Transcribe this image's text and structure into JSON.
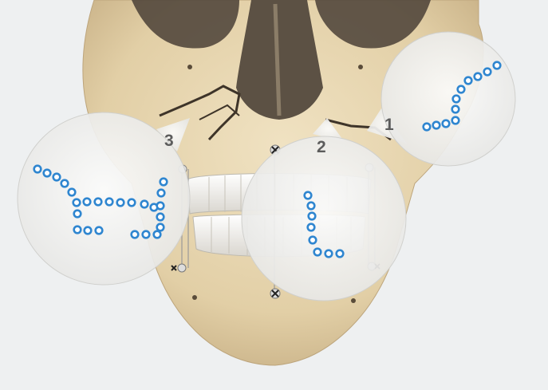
{
  "callouts": [
    {
      "label": "1"
    },
    {
      "label": "2"
    },
    {
      "label": "3"
    }
  ],
  "colors": {
    "background": "#eef0f1",
    "bone": "#e8d7b2",
    "bone_shadow": "#cbb48a",
    "teeth": "#f4f2ec",
    "plate": "#2f86d0",
    "magnifier": "#f3f3f2"
  }
}
